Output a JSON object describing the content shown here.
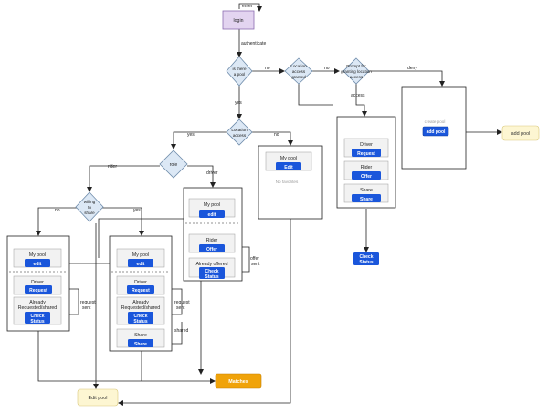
{
  "nodes": {
    "enter": "enter",
    "login": "login",
    "is_there_a_pool": [
      "is there",
      "a pool"
    ],
    "location_access_granted": [
      "Location",
      "access",
      "granted"
    ],
    "prompt_location": [
      "Prompt for",
      "granting location",
      "access"
    ],
    "location_access": [
      "Location",
      "access"
    ],
    "role": "role",
    "willing_to_share": [
      "willing",
      "to",
      "share"
    ],
    "create_pool": "create pool",
    "add_pool": "add pool",
    "no_pool_add": "add pool",
    "no_favorites": "No favorites",
    "matches": "Matches",
    "edit_pool": "Edit pool"
  },
  "edges": {
    "authenticate": "authenticate",
    "no1": "no",
    "no2": "no",
    "deny": "deny",
    "access": "access",
    "yes1": "yes",
    "no3": "no",
    "yes2": "yes",
    "rider": "rider",
    "driver": "driver",
    "no4": "no",
    "yes3": "yes",
    "request_sent_a": [
      "request",
      "sent"
    ],
    "request_sent_b": [
      "request",
      "sent"
    ],
    "shared": "shared",
    "offer_sent": [
      "offer",
      "sent"
    ]
  },
  "panels": {
    "location_panel": {
      "driver": "Driver",
      "request": "Request",
      "rider": "Rider",
      "offer": "Offer",
      "share": "Share",
      "share_btn": "Share",
      "check_status": [
        "Check",
        "Status"
      ]
    },
    "no_loc_panel": {
      "my_pool": "My pool",
      "edit": "Edit"
    },
    "driver_panel": {
      "my_pool": "My pool",
      "edit": "edit",
      "rider": "Rider",
      "offer": "Offer",
      "already_offered": "Already offered",
      "check_status": [
        "Check",
        "Status"
      ]
    },
    "rider_no_panel": {
      "my_pool": "My pool",
      "edit": "edit",
      "driver": "Driver",
      "request": "Request",
      "already": [
        "Already",
        "Requested/shared"
      ],
      "check_status": [
        "Check",
        "Status"
      ]
    },
    "rider_yes_panel": {
      "my_pool": "My pool",
      "edit": "edit",
      "driver": "Driver",
      "request": "Request",
      "already": [
        "Already",
        "Requested/shared"
      ],
      "check_status": [
        "Check",
        "Status"
      ],
      "share": "Share",
      "share_btn": "Share"
    }
  },
  "colors": {
    "blue_button": "#1a56db",
    "diamond_fill": "#dce8f5",
    "login_fill": "#e3d4f0",
    "yellow_note": "#fdf6d2",
    "matches_fill": "#f0a30a"
  }
}
